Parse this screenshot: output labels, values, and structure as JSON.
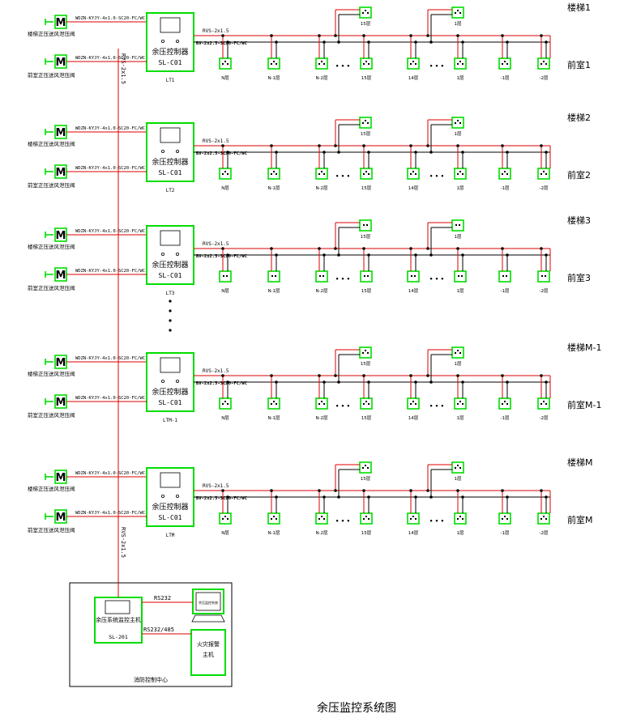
{
  "title": "余压监控系统图",
  "colors": {
    "green": "#00dd00",
    "red": "#dd0000",
    "black": "#000000"
  },
  "groups": [
    {
      "controller_label": "余压控制器",
      "controller_code": "SL-C01",
      "tag": "LT1",
      "stair": "楼梯1",
      "front": "前室1",
      "cable_top": "WDZN-KYJY-4x1.0-SC20-FC/WC",
      "cable_bottom": "WDZN-KYJY-4x1.0-SC20-FC/WC",
      "damper_top": "楼梯正压送风泄压阀",
      "damper_bottom": "前室正压送风泄压阀",
      "icons": "double"
    },
    {
      "controller_label": "余压控制器",
      "controller_code": "SL-C01",
      "tag": "LT2",
      "stair": "楼梯2",
      "front": "前室2",
      "cable_top": "WDZN-KYJY-4x1.0-SC20-FC/WC",
      "cable_bottom": "WDZN-KYJY-4x1.0-SC20-FC/WC",
      "damper_top": "楼梯正压送风泄压阀",
      "damper_bottom": "前室正压送风泄压阀",
      "icons": "double"
    },
    {
      "controller_label": "余压控制器",
      "controller_code": "SL-C01",
      "tag": "LT3",
      "stair": "楼梯3",
      "front": "前室3",
      "cable_top": "WDZN-KYJY-4x1.0-SC20-FC/WC",
      "cable_bottom": "WDZN-KYJY-4x1.0-SC20-FC/WC",
      "damper_top": "楼梯正压送风泄压阀",
      "damper_bottom": "前室正压送风泄压阀",
      "icons": "single"
    },
    {
      "controller_label": "余压控制器",
      "controller_code": "SL-C01",
      "tag": "LTM-1",
      "stair": "楼梯M-1",
      "front": "前室M-1",
      "cable_top": "WDZN-KYJY-4x1.0-SC20-FC/WC",
      "cable_bottom": "WDZN-KYJY-4x1.0-SC20-FC/WC",
      "damper_top": "楼梯正压送风泄压阀",
      "damper_bottom": "前室正压送风泄压阀",
      "icons": "double"
    },
    {
      "controller_label": "余压控制器",
      "controller_code": "SL-C01",
      "tag": "LTM",
      "stair": "楼梯M",
      "front": "前室M",
      "cable_top": "WDZN-KYJY-4x1.0-SC20-FC/WC",
      "cable_bottom": "WDZN-KYJY-4x1.0-SC20-FC/WC",
      "damper_top": "楼梯正压送风泄压阀",
      "damper_bottom": "前室正压送风泄压阀",
      "icons": "double"
    }
  ],
  "bus_label": "RVS-2x1.5",
  "bus_label_2": "BV-2x2.5-SC20-FC/WC",
  "bottom_floors": [
    "N层",
    "N-1层",
    "N-2层",
    "15层",
    "14层",
    "1层",
    "-1层",
    "-2层"
  ],
  "top_floors": [
    "15层",
    "1层"
  ],
  "ellipsis": "• • •",
  "riser_label": "RVS-2x1.5",
  "center": {
    "host_label": "余压系统监控主机",
    "host_code": "SL-201",
    "link_1": "RS232",
    "link_2": "RS232/485",
    "monitor_screen": "余压监控系统",
    "fire_label": "火灾报警主机",
    "room_label": "消防控制中心"
  }
}
